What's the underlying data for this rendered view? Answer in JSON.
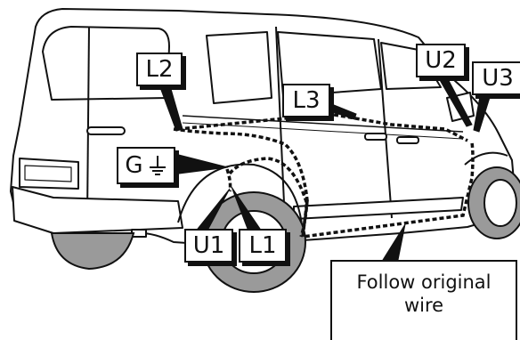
{
  "labels": {
    "l1": "L1",
    "l2": "L2",
    "l3": "L3",
    "u1": "U1",
    "u2": "U2",
    "u3": "U3",
    "ground": "G"
  },
  "note": {
    "line1": "Follow original",
    "line2": "wire"
  },
  "colors": {
    "ink": "#111111",
    "paper": "#ffffff",
    "tyre": "#9a9a9a"
  }
}
